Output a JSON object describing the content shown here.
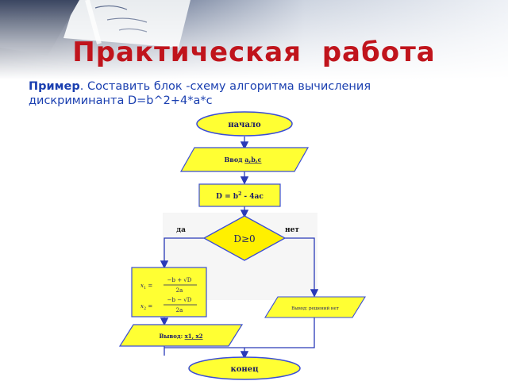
{
  "slide": {
    "title": "Практическая  работа",
    "task_label": "Пример",
    "task_text": ". Составить блок -схему алгоритма вычисления",
    "task_text_line2": "дискриминанта  D=b^2+4*a*c"
  },
  "flowchart": {
    "start": "начало",
    "input_prefix": "Ввод ",
    "input_vars": "a,b,c",
    "process_text": "D = b",
    "process_exp": "2",
    "process_rest": " - 4ac",
    "decision": "D≥0",
    "yes_label": "да",
    "no_label": "нет",
    "formula_x1_lhs": "x",
    "formula_x1_sub": "1",
    "formula_eq": " = ",
    "formula_x1_num": "−b + √D",
    "formula_den": "2a",
    "formula_x2_lhs": "x",
    "formula_x2_sub": "2",
    "formula_x2_num": "−b − √D",
    "no_output": "Вывод: решений нет",
    "output_prefix": "Вывод: ",
    "output_vars": "x1, x2",
    "end": "конец"
  },
  "colors": {
    "title": "#c0141c",
    "task_text": "#1a3fb0",
    "shape_fill": "#ffff33",
    "shape_stroke": "#3a4dd6",
    "connector": "#2a3ab8",
    "decision_fill": "#fff000"
  }
}
